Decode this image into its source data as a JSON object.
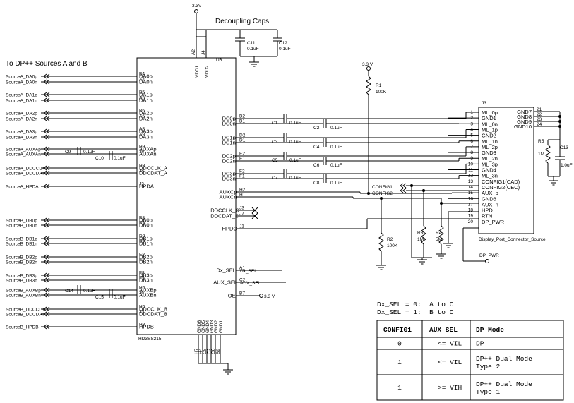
{
  "title": "Decoupling Caps",
  "sources_title": "To DP++ Sources A and B",
  "rail_top": "3.3V",
  "rail_mid": "3.3 V",
  "u6": {
    "ref": "U6",
    "part": "HD3SS215",
    "vdd_pins": [
      "A2",
      "J4"
    ],
    "vdd_names": [
      "VDD1",
      "VDD2"
    ],
    "gnd_pins": [
      "H7",
      "H4",
      "C8",
      "C2",
      "C8",
      "B9"
    ],
    "gnd_names": [
      "GND6",
      "GND5",
      "GND4",
      "GND3",
      "GND2",
      "GND1"
    ],
    "left_pins": [
      {
        "num": "B4",
        "name": "DA0p",
        "net": "SourceA_DA0p"
      },
      {
        "num": "A4",
        "name": "DA0n",
        "net": "SourceA_DA0n"
      },
      {
        "num": "B5",
        "name": "DA1p",
        "net": "SourceA_DA1p"
      },
      {
        "num": "A5",
        "name": "DA1n",
        "net": "SourceA_DA1n"
      },
      {
        "num": "B6",
        "name": "DA2p",
        "net": "SourceA_DA2p"
      },
      {
        "num": "A6",
        "name": "DA2n",
        "net": "SourceA_DA2n"
      },
      {
        "num": "A8",
        "name": "DA3p",
        "net": "SourceA_DA3p"
      },
      {
        "num": "A9",
        "name": "DA3n",
        "net": "SourceA_DA3n"
      },
      {
        "num": "H9",
        "name": "AUXAp",
        "net": "SourceA_AUXAp"
      },
      {
        "num": "J9",
        "name": "AUXAn",
        "net": "SourceA_AUXAn"
      },
      {
        "num": "H8",
        "name": "DDCCLK_A",
        "net": "SourceA_DDCCLK"
      },
      {
        "num": "J8",
        "name": "DDCDAT_A",
        "net": "SourceA_DDCDAT"
      },
      {
        "num": "J2",
        "name": "HPDA",
        "net": "SourceA_HPDA"
      },
      {
        "num": "B8",
        "name": "DB0p",
        "net": "SourceB_DB0p"
      },
      {
        "num": "B9",
        "name": "DB0n",
        "net": "SourceB_DB0n"
      },
      {
        "num": "D8",
        "name": "DB1p",
        "net": "SourceB_DB1p"
      },
      {
        "num": "D9",
        "name": "DB1n",
        "net": "SourceB_DB1n"
      },
      {
        "num": "E8",
        "name": "DB2p",
        "net": "SourceB_DB2p"
      },
      {
        "num": "E9",
        "name": "DB2n",
        "net": "SourceB_DB2n"
      },
      {
        "num": "F8",
        "name": "DB3p",
        "net": "SourceB_DB3p"
      },
      {
        "num": "F9",
        "name": "DB3n",
        "net": "SourceB_DB3n"
      },
      {
        "num": "H6",
        "name": "AUXBp",
        "net": "SourceB_AUXBp"
      },
      {
        "num": "J6",
        "name": "AUXBn",
        "net": "SourceB_AUXBn"
      },
      {
        "num": "H5",
        "name": "DDCCLK_B",
        "net": "SourceB_DDCCLK"
      },
      {
        "num": "J5",
        "name": "DDCDAT_B",
        "net": "SourceB_DDCDAT"
      },
      {
        "num": "H3",
        "name": "HPDB",
        "net": "SourceB_HPDB"
      }
    ],
    "right_pins": [
      {
        "num": "B2",
        "name": "DC0p"
      },
      {
        "num": "B1",
        "name": "DC0n"
      },
      {
        "num": "D2",
        "name": "DC1p"
      },
      {
        "num": "D1",
        "name": "DC1n"
      },
      {
        "num": "E2",
        "name": "DC2p"
      },
      {
        "num": "E1",
        "name": "DC2n"
      },
      {
        "num": "F2",
        "name": "DC3p"
      },
      {
        "num": "F1",
        "name": "DC3n"
      },
      {
        "num": "H2",
        "name": "AUXCp"
      },
      {
        "num": "H1",
        "name": "AUXCn"
      },
      {
        "num": "J3",
        "name": "DDCCLK_C"
      },
      {
        "num": "J7",
        "name": "DDCDAT_C"
      },
      {
        "num": "J1",
        "name": "HPDC"
      },
      {
        "num": "A1",
        "name": "Dx_SEL",
        "net": "Dx_SEL"
      },
      {
        "num": "C2",
        "name": "AUX_SEL",
        "net": "AUX_SEL"
      },
      {
        "num": "B7",
        "name": "OE",
        "net": "3.3 V"
      }
    ]
  },
  "caps": [
    {
      "ref": "C1",
      "val": "0.1uF"
    },
    {
      "ref": "C2",
      "val": "0.1uF"
    },
    {
      "ref": "C3",
      "val": "0.1uF"
    },
    {
      "ref": "C4",
      "val": "0.1uF"
    },
    {
      "ref": "C5",
      "val": "0.1uF"
    },
    {
      "ref": "C6",
      "val": "0.1uF"
    },
    {
      "ref": "C7",
      "val": "0.1uF"
    },
    {
      "ref": "C8",
      "val": "0.1uF"
    },
    {
      "ref": "C9",
      "val": "0.1uF"
    },
    {
      "ref": "C10",
      "val": "0.1uF"
    },
    {
      "ref": "C14",
      "val": "0.1uF"
    },
    {
      "ref": "C15",
      "val": "0.1uF"
    },
    {
      "ref": "C11",
      "val": "0.1uF"
    },
    {
      "ref": "C12",
      "val": "0.1uF"
    },
    {
      "ref": "C13",
      "val": "1.0uF"
    }
  ],
  "resistors": [
    {
      "ref": "R1",
      "val": "100K"
    },
    {
      "ref": "R2",
      "val": "100K"
    },
    {
      "ref": "R3",
      "val": "1M"
    },
    {
      "ref": "R4",
      "val": "5M"
    },
    {
      "ref": "R5",
      "val": "1M"
    }
  ],
  "config_nets": [
    "CONFIG1",
    "CONFIG2"
  ],
  "dp_pwr": "DP_PWR",
  "j3": {
    "ref": "J3",
    "part": "Display_Port_Connector_Source",
    "left_pins": [
      {
        "num": "1",
        "name": "ML_0p"
      },
      {
        "num": "2",
        "name": "GND1"
      },
      {
        "num": "3",
        "name": "ML_0n"
      },
      {
        "num": "4",
        "name": "ML_1p"
      },
      {
        "num": "5",
        "name": "GND2"
      },
      {
        "num": "6",
        "name": "ML_1n"
      },
      {
        "num": "7",
        "name": "ML_2p"
      },
      {
        "num": "8",
        "name": "GND3"
      },
      {
        "num": "9",
        "name": "ML_2n"
      },
      {
        "num": "10",
        "name": "ML_3p"
      },
      {
        "num": "11",
        "name": "GND4"
      },
      {
        "num": "12",
        "name": "ML_3n"
      },
      {
        "num": "13",
        "name": "CONFIG1(CAD)"
      },
      {
        "num": "14",
        "name": "CONFIG2(CEC)"
      },
      {
        "num": "15",
        "name": "AUX_p"
      },
      {
        "num": "16",
        "name": "GND6"
      },
      {
        "num": "17",
        "name": "AUX_n"
      },
      {
        "num": "18",
        "name": "HPD"
      },
      {
        "num": "19",
        "name": "RTN"
      },
      {
        "num": "20",
        "name": "DP_PWR"
      }
    ],
    "right_pins": [
      {
        "num": "21",
        "name": "GND7"
      },
      {
        "num": "22",
        "name": "GND8"
      },
      {
        "num": "23",
        "name": "GND9"
      },
      {
        "num": "24",
        "name": "GND10"
      }
    ]
  },
  "dxsel_notes": [
    "Dx_SEL = 0:  A to C",
    "Dx_SEL = 1:  B to C"
  ],
  "mode_table": {
    "headers": [
      "CONFIG1",
      "AUX_SEL",
      "DP Mode"
    ],
    "rows": [
      [
        "0",
        "<= VIL",
        "DP"
      ],
      [
        "1",
        "<= VIL",
        "DP++ Dual Mode|Type 2"
      ],
      [
        "1",
        ">= VIH",
        "DP++ Dual Mode|Type 1"
      ]
    ]
  }
}
